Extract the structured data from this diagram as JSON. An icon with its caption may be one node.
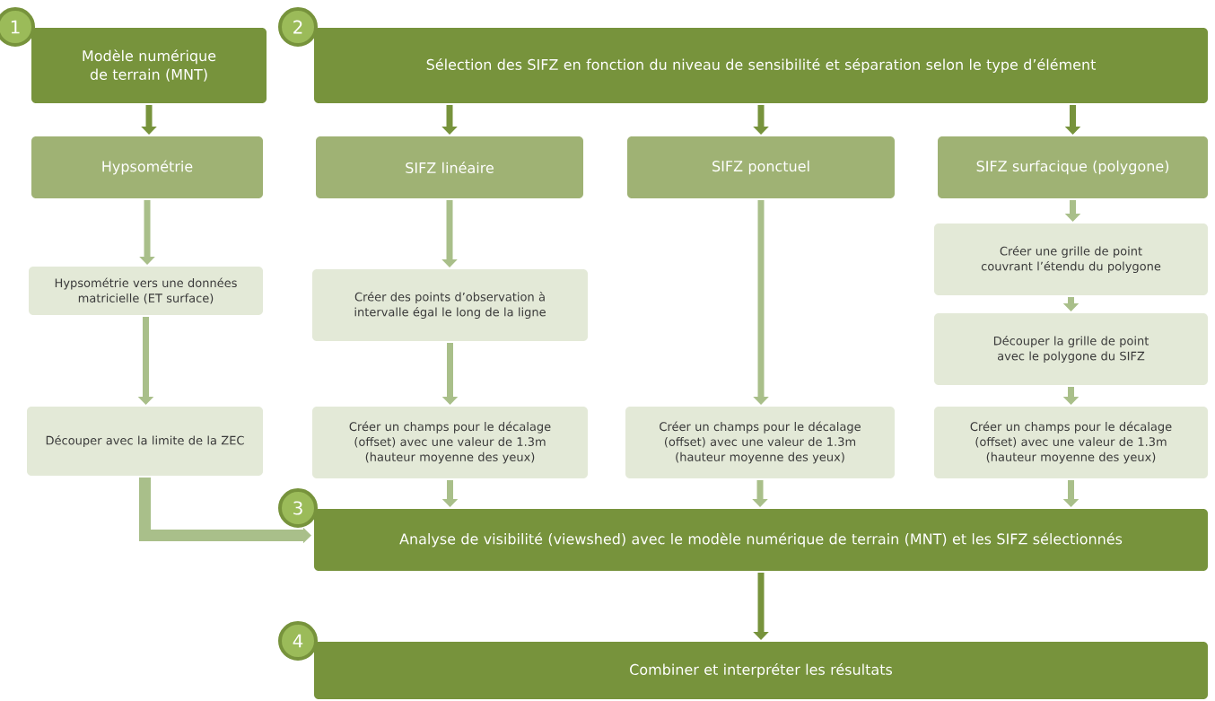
{
  "diagram": {
    "nodes": [
      {
        "text": [
          "Modèle numérique de terrain (MNT)"
        ],
        "beside": [
          "1"
        ]
      },
      {
        "text": [
          "Sélection des SIFZ en fonction du niveau de sensibilité et séparation selon le type d’élément"
        ],
        "beside": [
          "2"
        ]
      },
      {
        "text": [
          "Hypsométrie"
        ]
      },
      {
        "text": [
          "SIFZ linéaire"
        ]
      },
      {
        "text": [
          "SIFZ ponctuel"
        ]
      },
      {
        "text": [
          "SIFZ surfacique (polygone)"
        ]
      },
      {
        "text": [
          "Hypsométrie vers une données matricielle (ET surface)"
        ]
      },
      {
        "text": [
          "Créer des points d’observation à intervalle égal le long de la ligne"
        ]
      },
      {
        "text": [
          "Créer une grille de point couvrant l’étendu du polygone"
        ]
      },
      {
        "text": [
          "Découper la grille de point avec le polygone du SIFZ"
        ]
      },
      {
        "text": [
          "Découper avec la limite de la ZEC"
        ]
      },
      {
        "text": [
          "Créer un champs pour le décalage (offset) avec une valeur de 1.3m (hauteur moyenne des yeux)"
        ]
      },
      {
        "text": [
          "Créer un champs pour le décalage (offset) avec une valeur de 1.3m (hauteur moyenne des yeux)"
        ]
      },
      {
        "text": [
          "Créer un champs pour le décalage (offset) avec une valeur de 1.3m (hauteur moyenne des yeux)"
        ]
      },
      {
        "text": [
          "Analyse de visibilité (viewshed) avec le modèle numérique de terrain (MNT) et les SIFZ sélectionnés"
        ],
        "beside": [
          "3"
        ]
      },
      {
        "text": [
          "Combiner et interpréter les résultats"
        ],
        "beside": [
          "4"
        ]
      }
    ],
    "edges": [
      {
        "from": 0,
        "to": 2,
        "arrow": "to",
        "color": "#77933c"
      },
      {
        "from": 1,
        "to": 3,
        "arrow": "to",
        "color": "#77933c"
      },
      {
        "from": 1,
        "to": 4,
        "arrow": "to",
        "color": "#77933c"
      },
      {
        "from": 1,
        "to": 5,
        "arrow": "to",
        "color": "#77933c"
      },
      {
        "from": 2,
        "to": 6,
        "arrow": "to"
      },
      {
        "from": 6,
        "to": 10,
        "arrow": "to"
      },
      {
        "from": 10,
        "to": 14,
        "arrow": "to",
        "style": "thick"
      },
      {
        "from": 3,
        "to": 7,
        "arrow": "to"
      },
      {
        "from": 7,
        "to": 11,
        "arrow": "to"
      },
      {
        "from": 4,
        "to": 12,
        "arrow": "to"
      },
      {
        "from": 5,
        "to": 8,
        "arrow": "to"
      },
      {
        "from": 8,
        "to": 9,
        "arrow": "to"
      },
      {
        "from": 9,
        "to": 13,
        "arrow": "to"
      },
      {
        "from": 11,
        "to": 14,
        "arrow": "to"
      },
      {
        "from": 12,
        "to": 14,
        "arrow": "to"
      },
      {
        "from": 13,
        "to": 14,
        "arrow": "to"
      },
      {
        "from": 14,
        "to": 15,
        "arrow": "to",
        "color": "#77933c"
      }
    ]
  }
}
